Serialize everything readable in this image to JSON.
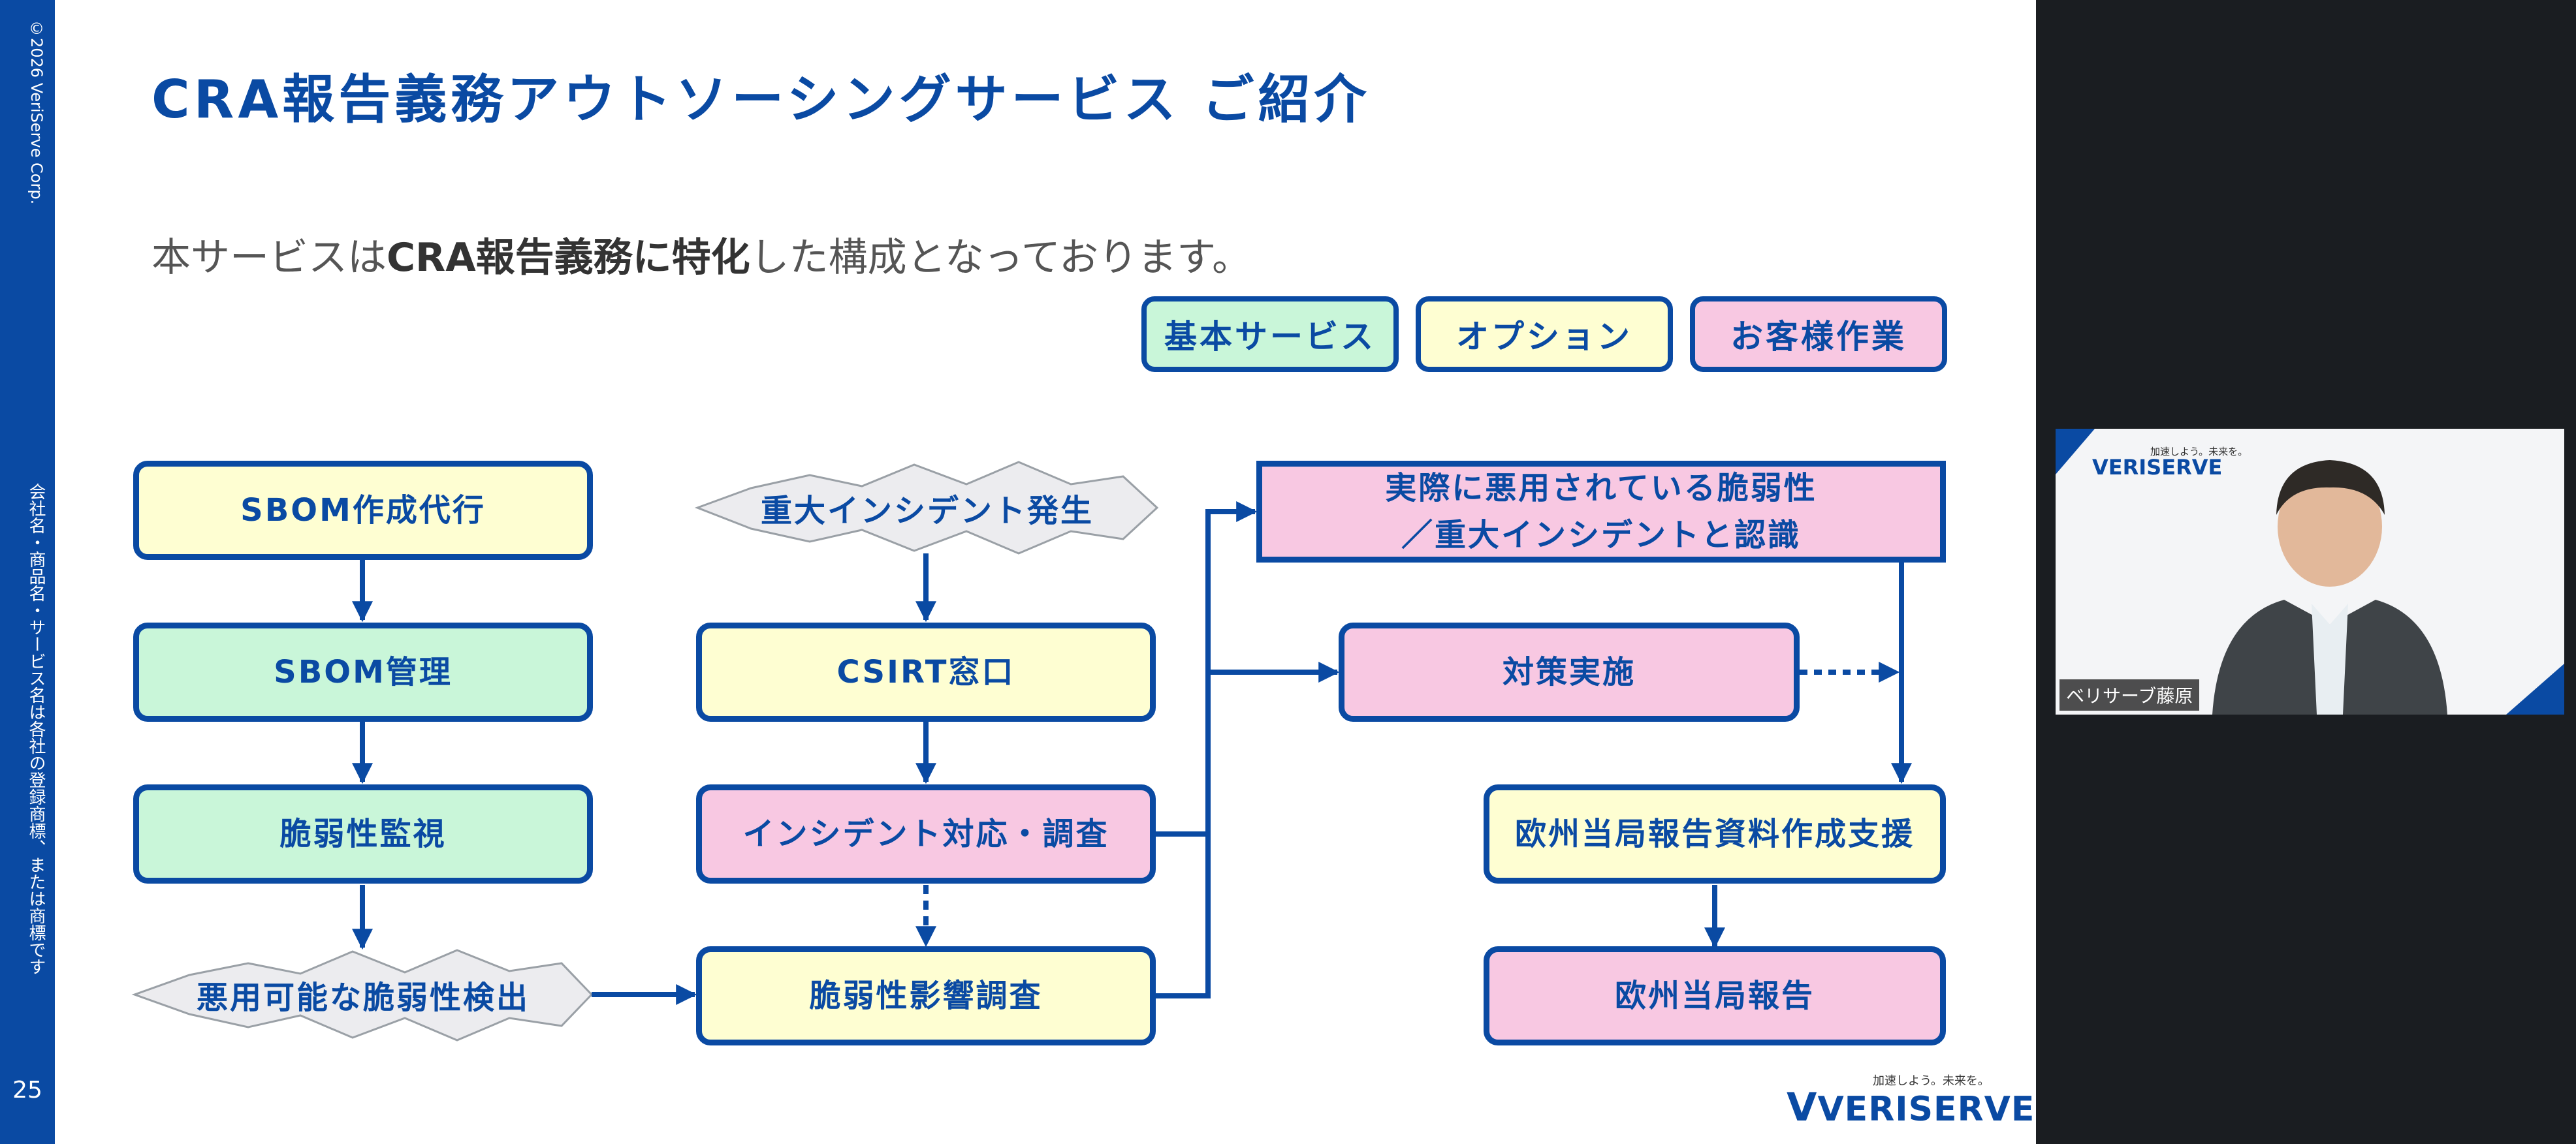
{
  "slide": {
    "copyright": "©2026 VeriServe Corp.",
    "trademark": "会社名・商品名・サービス名は各社の登録商標、または商標です",
    "page_number": "25",
    "title": "CRA報告義務アウトソーシングサービス ご紹介",
    "subtitle": {
      "pre": "本サービスは",
      "bold": "CRA報告義務に特化",
      "post": "した構成となっております。"
    },
    "legend": {
      "basic": "基本サービス",
      "option": "オプション",
      "customer": "お客様作業"
    },
    "flow": {
      "sbom_create": "SBOM作成代行",
      "sbom_manage": "SBOM管理",
      "vuln_monitor": "脆弱性監視",
      "exploitable_detect": "悪用可能な脆弱性検出",
      "major_incident": "重大インシデント発生",
      "csirt": "CSIRT窓口",
      "incident_response": "インシデント対応・調査",
      "vuln_impact": "脆弱性影響調査",
      "recognition_line1": "実際に悪用されている脆弱性",
      "recognition_line2": "／重大インシデントと認識",
      "countermeasure": "対策実施",
      "report_support": "欧州当局報告資料作成支援",
      "report": "欧州当局報告"
    },
    "footer": {
      "tagline": "加速しよう。未来を。",
      "logo": "VERISERVE"
    },
    "colors": {
      "accent": "#0a4aa3",
      "basic_service": "#c9f6d9",
      "option": "#fefed2",
      "customer_work": "#f8c8e2"
    }
  },
  "video": {
    "tagline": "加速しよう。未来を。",
    "logo": "VERISERVE",
    "participant_name": "ベリサーブ藤原"
  }
}
